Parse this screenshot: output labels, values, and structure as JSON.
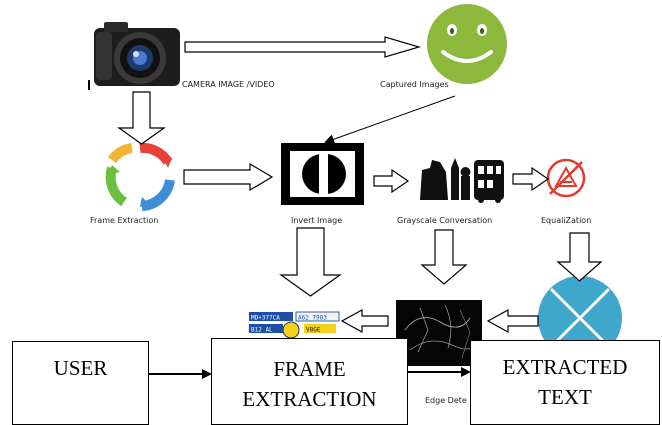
{
  "nodes": {
    "camera": "CAMERA IMAGE /VIDEO",
    "captured": "Captured Images",
    "frame_extraction": "Frame Extraction",
    "invert": "Invert Image",
    "grayscale": "Grayscale Conversation",
    "equalization": "EqualiZation",
    "edge": "Edge Dete",
    "plate_top_left": "MD+377CA",
    "plate_top_right": "A62 7983",
    "plate_bottom_left": "B12 AL",
    "plate_bottom_right": "V8GE"
  },
  "flow": {
    "user": "USER",
    "frame_line1": "FRAME",
    "frame_line2": "EXTRACTION",
    "text_line1": "EXTRACTED",
    "text_line2": "TEXT"
  },
  "colors": {
    "smiley": "#8CB83C",
    "cycle_red": "#E8403A",
    "cycle_green": "#6CBF3E",
    "cycle_blue": "#3C8ED8",
    "circle_blue": "#3FA6CC",
    "equalization_red": "#E23A2E"
  }
}
